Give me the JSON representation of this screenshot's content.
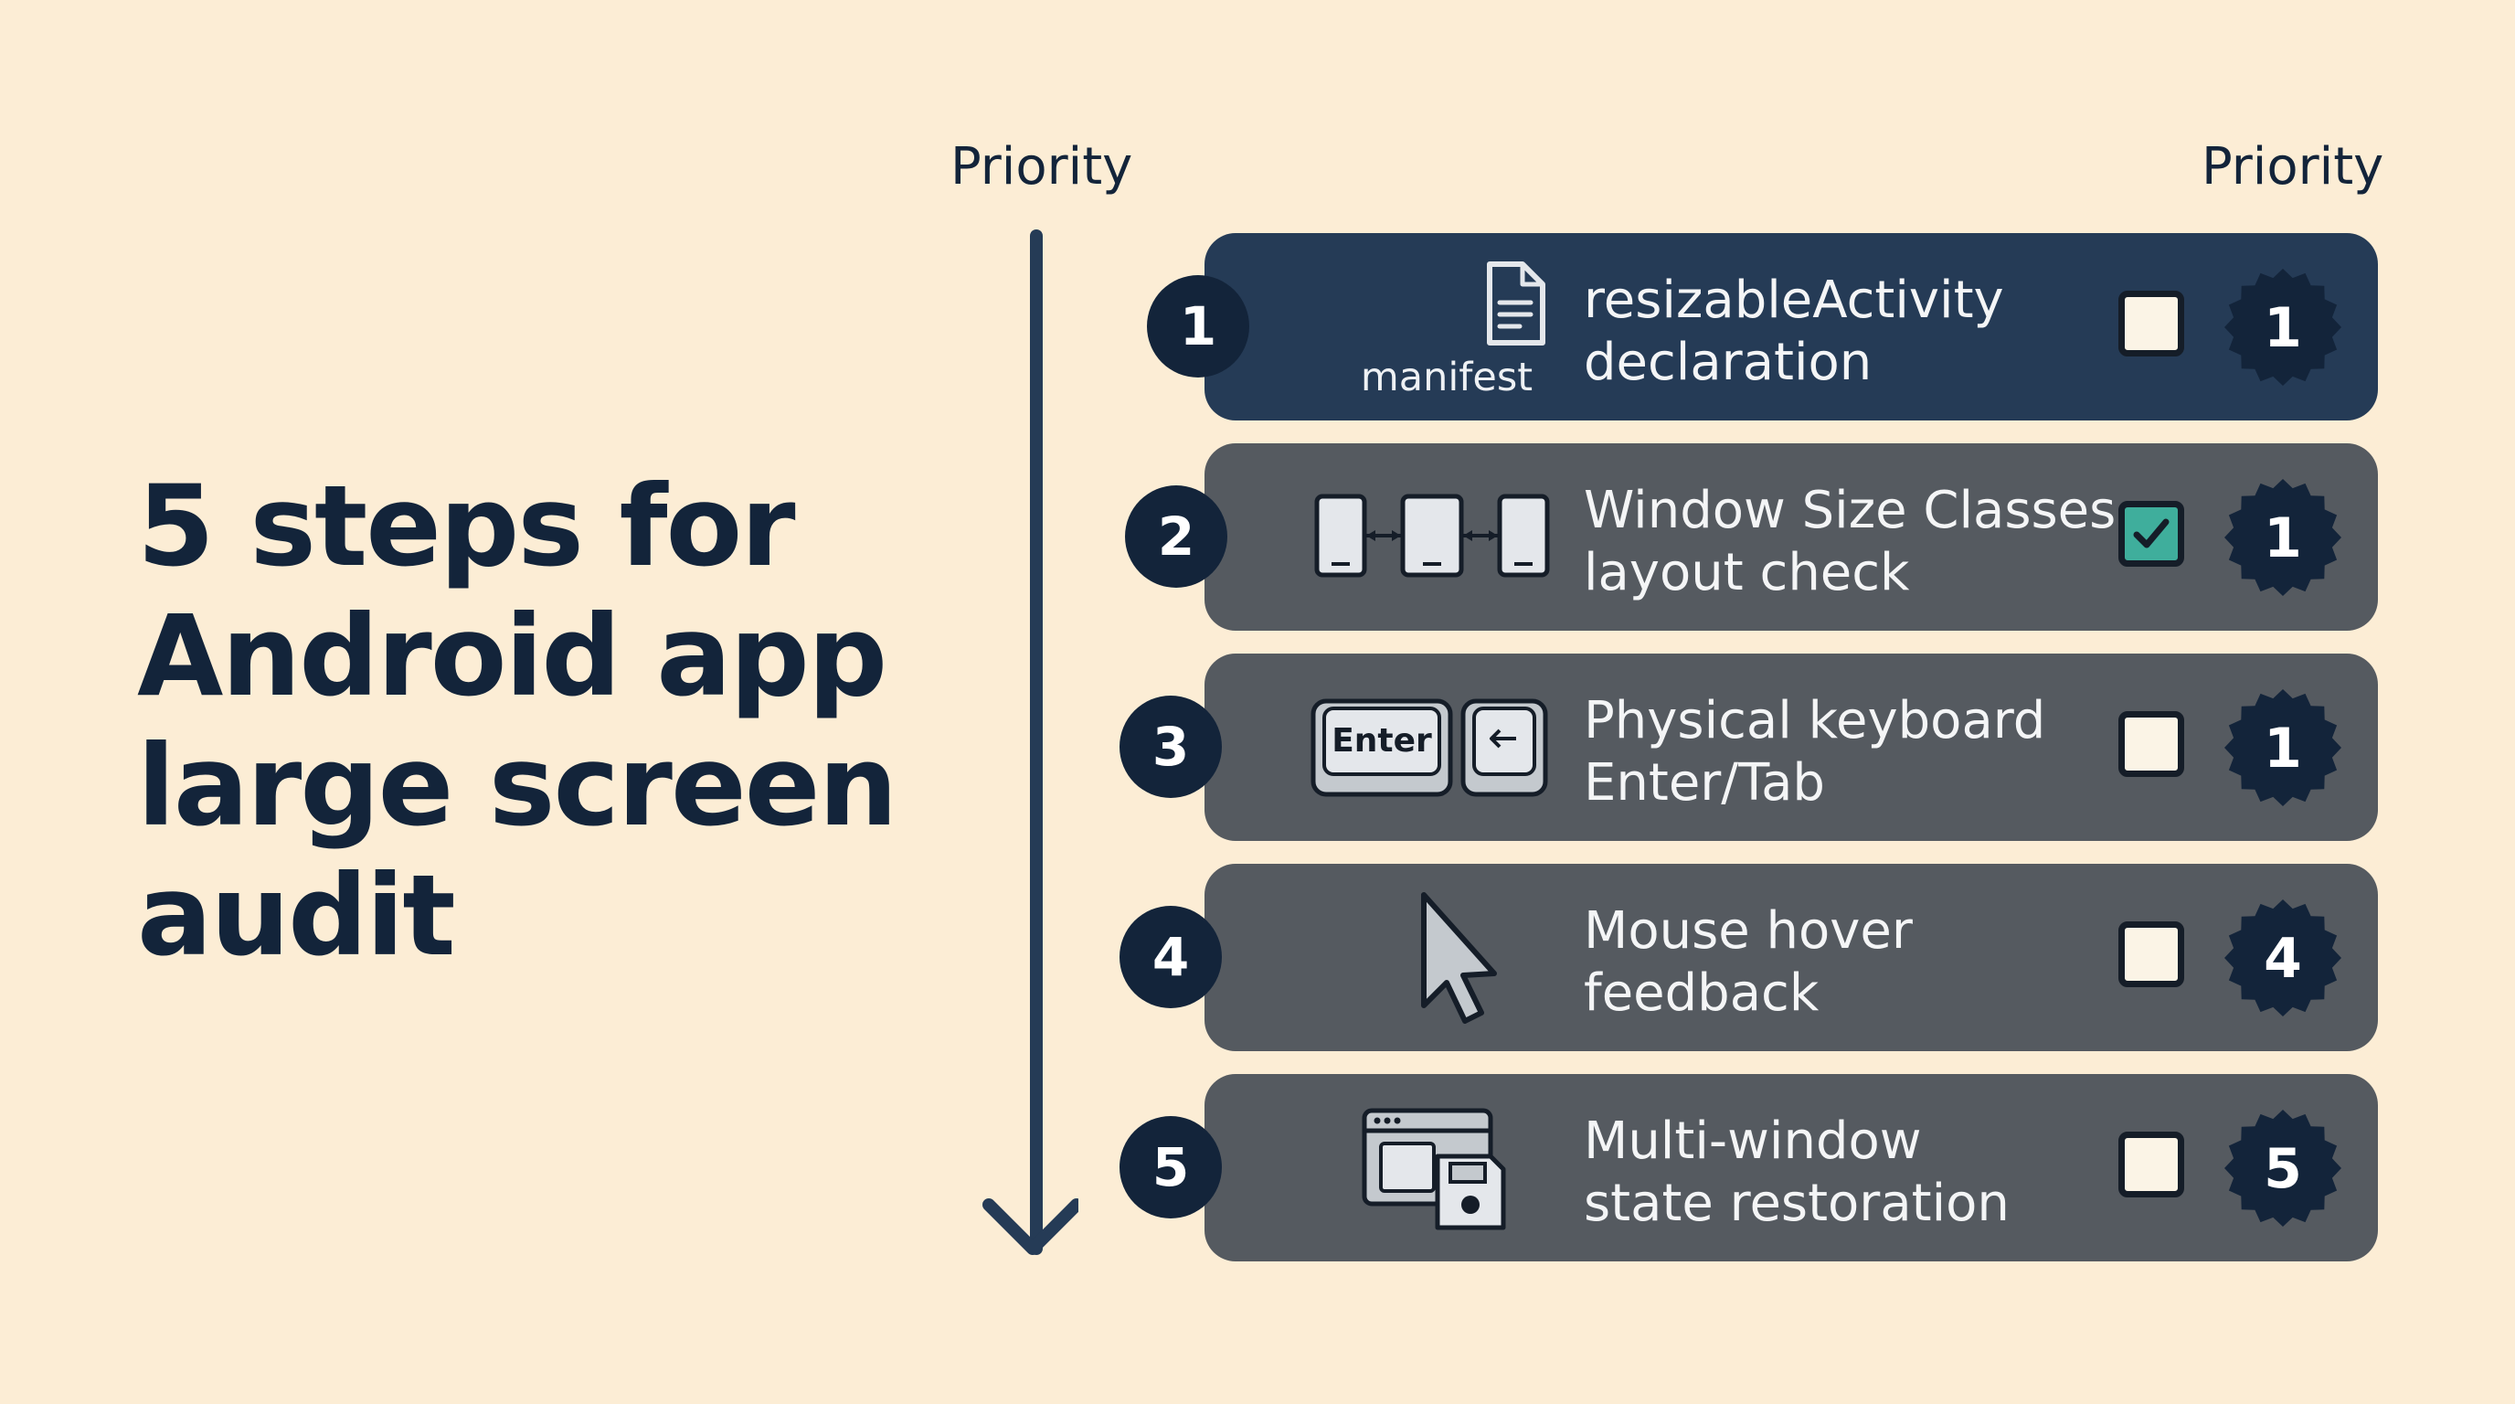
{
  "title_lines": [
    "5 steps for",
    "Android app",
    "large screen",
    "audit"
  ],
  "priority_label_left": "Priority",
  "priority_label_right": "Priority",
  "colors": {
    "background": "#fcedd5",
    "navy": "#13243a",
    "row_first": "#253b56",
    "row": "#555a60",
    "check_fill": "#3fae9c"
  },
  "steps": [
    {
      "number": "1",
      "icon": "manifest-file-icon",
      "icon_caption": "manifest",
      "text_lines": [
        "resizableActivity",
        "declaration"
      ],
      "checked": false,
      "priority": "1"
    },
    {
      "number": "2",
      "icon": "window-size-classes-icon",
      "text_lines": [
        "Window Size Classes",
        "layout check"
      ],
      "checked": true,
      "priority": "1"
    },
    {
      "number": "3",
      "icon": "keyboard-keys-icon",
      "icon_key_label": "Enter",
      "text_lines": [
        "Physical keyboard",
        "Enter/Tab"
      ],
      "checked": false,
      "priority": "1"
    },
    {
      "number": "4",
      "icon": "mouse-pointer-icon",
      "text_lines": [
        "Mouse hover",
        "feedback"
      ],
      "checked": false,
      "priority": "4"
    },
    {
      "number": "5",
      "icon": "multi-window-save-icon",
      "text_lines": [
        "Multi-window",
        "state restoration"
      ],
      "checked": false,
      "priority": "5"
    }
  ]
}
